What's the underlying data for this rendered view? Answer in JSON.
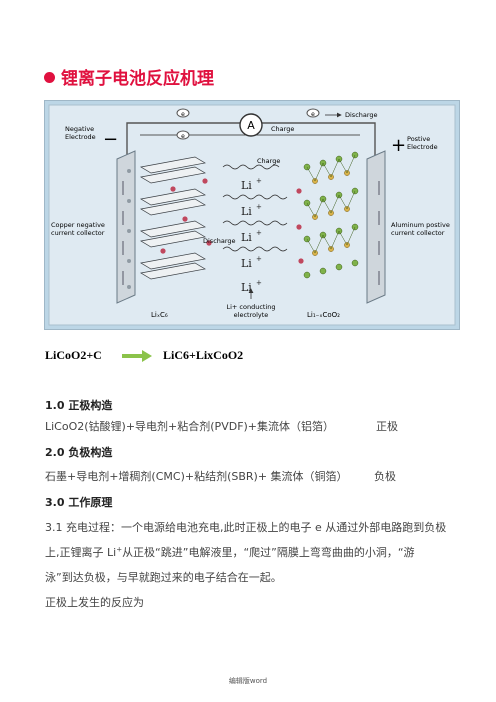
{
  "title": "锂离子电池反应机理",
  "figure": {
    "negative_label_1": "Negative",
    "negative_label_2": "Electrode",
    "positive_label_1": "Postive",
    "positive_label_2": "Electrode",
    "ammeter": "A",
    "electron": "e",
    "charge": "Charge",
    "discharge": "Discharge",
    "li_ion": "Li",
    "copper_1": "Copper negative",
    "copper_2": "current collector",
    "aluminum_1": "Aluminum postive",
    "aluminum_2": "current collector",
    "anode_material": "LiₓC₆",
    "cathode_material": "Li₁₋ₓCoO₂",
    "electrolyte_1": "Li+ conducting",
    "electrolyte_2": "electrolyte",
    "minus": "−",
    "plus": "+"
  },
  "equation": {
    "left": "LiCoO2+C",
    "right": "LiC6+LixCoO2"
  },
  "sections": {
    "s1_heading": "1.0  正极构造",
    "s1_body": "LiCoO2(钴酸锂)+导电剂+粘合剂(PVDF)+集流体（铝箔）",
    "s1_tag": "正极",
    "s2_heading": "2.0  负极构造",
    "s2_body": "石墨+导电剂+增稠剂(CMC)+粘结剂(SBR)+  集流体（铜箔）",
    "s2_tag": "负极",
    "s3_heading": "3.0 工作原理",
    "s3_p1": "3.1  充电过程：一个电源给电池充电,此时正极上的电子 e 从通过外部电路跑到负极",
    "s3_p2a": "上,正锂离子 Li",
    "s3_p2_sup": "+",
    "s3_p2b": "从正极“跳进”电解液里，“爬过”隔膜上弯弯曲曲的小洞，“游",
    "s3_p3": "泳”到达负极，与早就跑过来的电子结合在一起。",
    "s3_p4": "正极上发生的反应为"
  },
  "footer": "编辑版word"
}
